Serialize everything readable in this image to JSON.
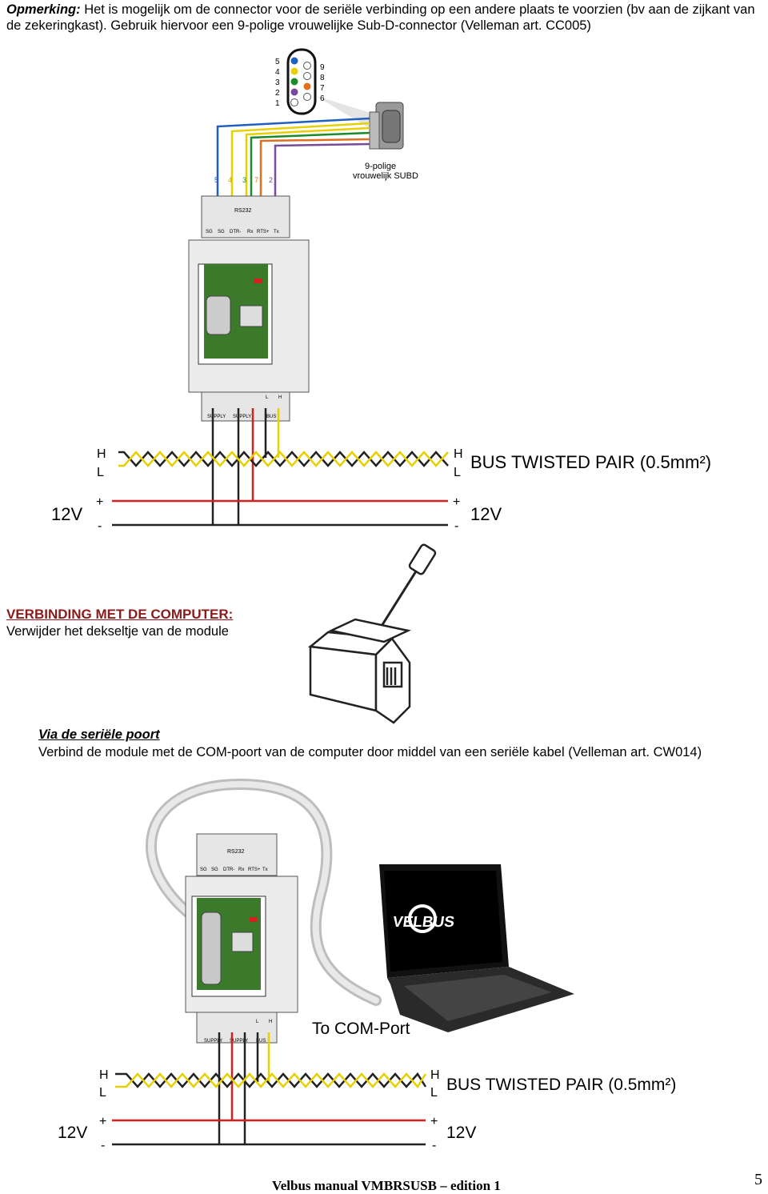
{
  "note": {
    "label": "Opmerking:",
    "text": " Het is mogelijk om de connector voor de seriële verbinding op een andere plaats te voorzien (bv aan de zijkant van de zekeringkast). Gebruik hiervoor een 9-polige vrouwelijke Sub-D-connector (Velleman art. CC005)"
  },
  "connector": {
    "left_pins": [
      "5",
      "4",
      "3",
      "2",
      "1"
    ],
    "right_pins": [
      "9",
      "8",
      "7",
      "6"
    ],
    "caption_line1": "9-polige",
    "caption_line2": "vrouwelijk SUBD",
    "wire_pins": [
      "5",
      "4",
      "3",
      "7",
      "2"
    ]
  },
  "module": {
    "rs232": "RS232",
    "top_terminals": [
      "SG",
      "SG",
      "DTR-",
      "Rx",
      "RTS+",
      "Tx"
    ],
    "bottom_labels_top": [
      "L",
      "H"
    ],
    "bottom_labels": [
      "SUPPLY",
      "SUPPLY",
      "BUS"
    ]
  },
  "wiring1": {
    "h": "H",
    "l": "L",
    "h2": "H",
    "l2": "L",
    "bus_label": "BUS TWISTED PAIR (0.5mm²)",
    "v_left": "12V",
    "v_right": "12V",
    "plus": "+",
    "minus": "-",
    "plus2": "+",
    "minus2": "-"
  },
  "section": {
    "heading": "VERBINDING MET DE COMPUTER:",
    "subtext": "Verwijder het dekseltje van de module",
    "serial_heading": "Via de seriële poort",
    "serial_text": "Verbind de module met de COM-poort van de computer door middel van een seriële kabel (Velleman art. CW014)"
  },
  "laptop": {
    "logo_text": "VELBUS",
    "com_label": "To COM-Port"
  },
  "wiring2": {
    "h": "H",
    "l": "L",
    "h2": "H",
    "l2": "L",
    "bus_label": "BUS TWISTED PAIR (0.5mm²)",
    "v_left": "12V",
    "v_right": "12V",
    "plus": "+",
    "minus": "-",
    "plus2": "+",
    "minus2": "-"
  },
  "footer": {
    "text": "Velbus manual VMBRSUSB – edition 1",
    "page": "5"
  },
  "colors": {
    "heading": "#8b1a1a",
    "wire_blue": "#1e5fbf",
    "wire_yellow": "#e8d000",
    "wire_green": "#1a8a2a",
    "wire_orange": "#e07020",
    "wire_purple": "#7a4a9a",
    "wire_red": "#d42020",
    "wire_black": "#222222",
    "pcb_green": "#3a7a2a"
  }
}
